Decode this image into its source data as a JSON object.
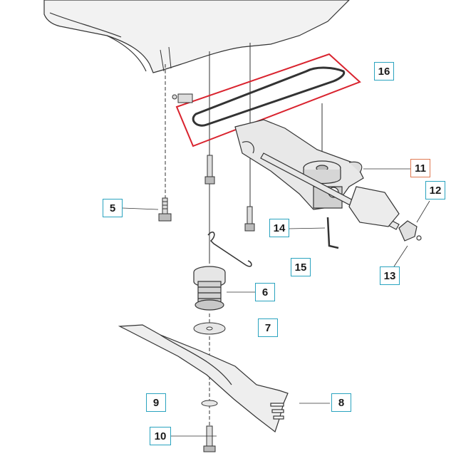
{
  "callouts": [
    {
      "id": "5",
      "label": "5"
    },
    {
      "id": "6",
      "label": "6"
    },
    {
      "id": "7",
      "label": "7"
    },
    {
      "id": "8",
      "label": "8"
    },
    {
      "id": "9",
      "label": "9"
    },
    {
      "id": "10",
      "label": "10"
    },
    {
      "id": "11",
      "label": "11"
    },
    {
      "id": "12",
      "label": "12"
    },
    {
      "id": "13",
      "label": "13"
    },
    {
      "id": "14",
      "label": "14"
    },
    {
      "id": "15",
      "label": "15"
    },
    {
      "id": "16",
      "label": "16"
    }
  ],
  "colors": {
    "callout_border": "#2aa3bf",
    "callout_highlight": "#e07a52",
    "highlight_frame": "#d9232e",
    "line": "#333333"
  }
}
